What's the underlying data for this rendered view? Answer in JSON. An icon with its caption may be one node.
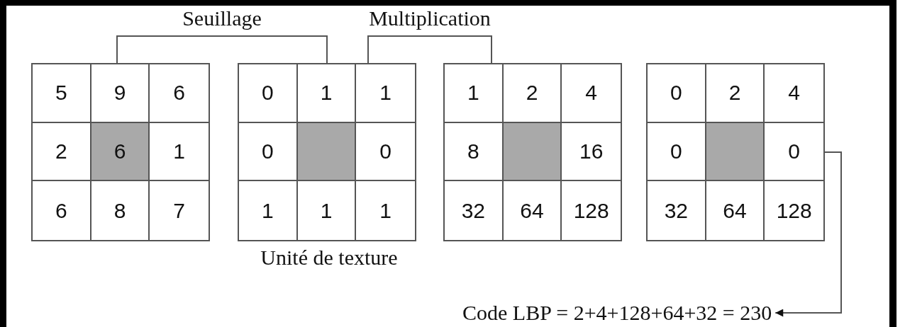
{
  "diagram": {
    "nodes": [
      {
        "text": [],
        "shape": "box"
      },
      {
        "text": [
          "5"
        ],
        "in": 0
      },
      {
        "text": [
          "9"
        ],
        "in": 0
      },
      {
        "text": [
          "6"
        ],
        "in": 0
      },
      {
        "text": [
          "2"
        ],
        "in": 0
      },
      {
        "text": [
          "6"
        ],
        "in": 0
      },
      {
        "text": [
          "1"
        ],
        "in": 0
      },
      {
        "text": [
          "6"
        ],
        "in": 0
      },
      {
        "text": [
          "8"
        ],
        "in": 0
      },
      {
        "text": [
          "7"
        ],
        "in": 0
      },
      {
        "text": [],
        "shape": "box",
        "beside": [
          "Unité de texture"
        ]
      },
      {
        "text": [
          "0"
        ],
        "in": 10
      },
      {
        "text": [
          "1"
        ],
        "in": 10
      },
      {
        "text": [
          "1"
        ],
        "in": 10
      },
      {
        "text": [
          "0"
        ],
        "in": 10
      },
      {
        "text": [],
        "shape": "box",
        "in": 10
      },
      {
        "text": [
          "0"
        ],
        "in": 10
      },
      {
        "text": [
          "1"
        ],
        "in": 10
      },
      {
        "text": [
          "1"
        ],
        "in": 10
      },
      {
        "text": [
          "1"
        ],
        "in": 10
      },
      {
        "text": [],
        "shape": "box"
      },
      {
        "text": [
          "1"
        ],
        "in": 20
      },
      {
        "text": [
          "2"
        ],
        "in": 20
      },
      {
        "text": [
          "4"
        ],
        "in": 20
      },
      {
        "text": [
          "8"
        ],
        "in": 20
      },
      {
        "text": [],
        "shape": "box",
        "in": 20
      },
      {
        "text": [
          "16"
        ],
        "in": 20
      },
      {
        "text": [
          "32"
        ],
        "in": 20
      },
      {
        "text": [
          "64"
        ],
        "in": 20
      },
      {
        "text": [
          "128"
        ],
        "in": 20
      },
      {
        "text": [],
        "shape": "box"
      },
      {
        "text": [
          "0"
        ],
        "in": 30
      },
      {
        "text": [
          "2"
        ],
        "in": 30
      },
      {
        "text": [
          "4"
        ],
        "in": 30
      },
      {
        "text": [
          "0"
        ],
        "in": 30
      },
      {
        "text": [],
        "shape": "box",
        "in": 30
      },
      {
        "text": [
          "0"
        ],
        "in": 30
      },
      {
        "text": [
          "32"
        ],
        "in": 30
      },
      {
        "text": [
          "64"
        ],
        "in": 30
      },
      {
        "text": [
          "128"
        ],
        "in": 30
      },
      {
        "text": [
          "Code LBP = 2+4+128+64+32 = 230"
        ]
      }
    ],
    "edges": [
      {
        "from": 0,
        "to": 10,
        "arrow": "none",
        "label": "Seuillage"
      },
      {
        "from": 10,
        "to": 20,
        "arrow": "none",
        "label": "Multiplication"
      },
      {
        "from": 30,
        "to": 40,
        "arrow": "to"
      }
    ]
  }
}
